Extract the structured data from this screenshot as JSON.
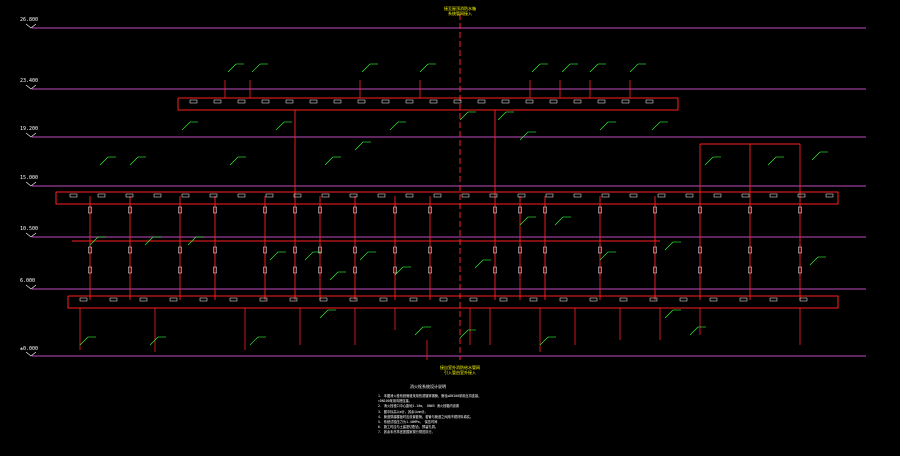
{
  "levels": [
    {
      "label": "26.800"
    },
    {
      "label": "23.400"
    },
    {
      "label": "19.200"
    },
    {
      "label": "15.000"
    },
    {
      "label": "10.500"
    },
    {
      "label": "6.000"
    },
    {
      "label": "±0.000"
    }
  ],
  "title_top": [
    "接至屋顶消防水箱",
    "系统管网接入"
  ],
  "title_bottom": [
    "接自室外消防给水管网",
    "引入管由室外接入"
  ],
  "notes": {
    "title": "消火栓系统设计说明",
    "lines": [
      "1. 本图消火栓系统管道采用热浸镀锌钢管，管径≤DN100采用丝扣连接，",
      "   >DN100采用沟槽连接。",
      "2. 消火栓栓口中心距地1.10m，         DN65   消火栓箱内设置",
      "3. 图中标高以m计，其余以mm计。",
      "4. 管道穿越楼板时应设置套管，套管与管道之间用不燃材料填实。",
      "5. 系统试验压力为1.40MPa，             保压时间",
      "6. 施工时应与土建密切配合，预留孔洞。",
      "7. 其余未尽事宜按国家现行规范执行。"
    ]
  },
  "colors": {
    "level_line": "#ff66ff",
    "pipe": "#ff2020",
    "label_green": "#33ff33",
    "text": "#ffffff",
    "title": "#ffff00"
  }
}
